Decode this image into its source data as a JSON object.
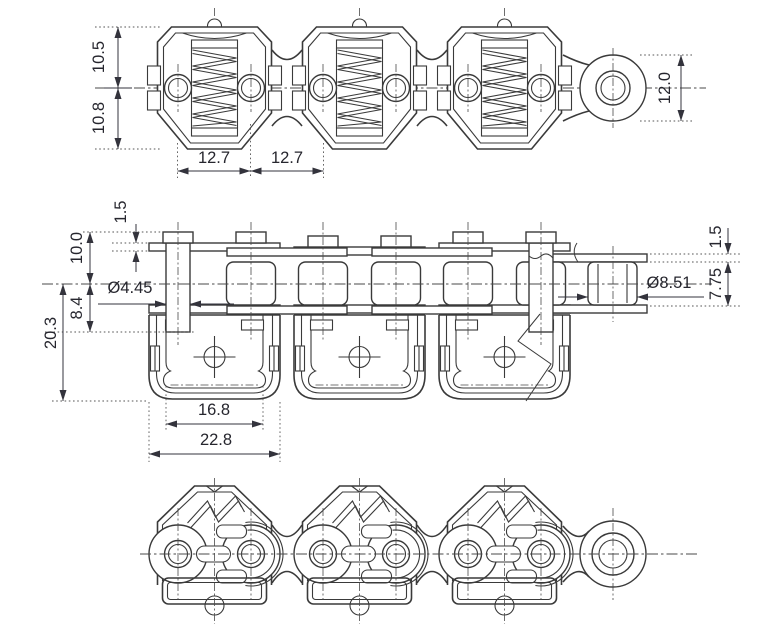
{
  "colors": {
    "line": "#3a3a3a",
    "dimension": "#26262e",
    "background": "#ffffff"
  },
  "views": {
    "top_view": {
      "name": "top-view",
      "dims": {
        "upper_half_height": "10.5",
        "lower_half_height": "10.8",
        "pitch_left": "12.7",
        "pitch_right": "12.7",
        "end_link_height": "12.0"
      }
    },
    "side_view": {
      "name": "side-view",
      "dims": {
        "plate_thickness_left": "1.5",
        "plate_top_to_center": "10.0",
        "center_to_pin_end": "8.4",
        "center_to_attachment_bottom": "20.3",
        "pin_diameter": "Ø4.45",
        "attachment_inner_width": "16.8",
        "attachment_outer_width": "22.8",
        "bush_diameter": "Ø8.51",
        "roller_inner_width": "7.75",
        "plate_thickness_right": "1.5"
      }
    },
    "bottom_view": {
      "name": "bottom-view"
    }
  }
}
